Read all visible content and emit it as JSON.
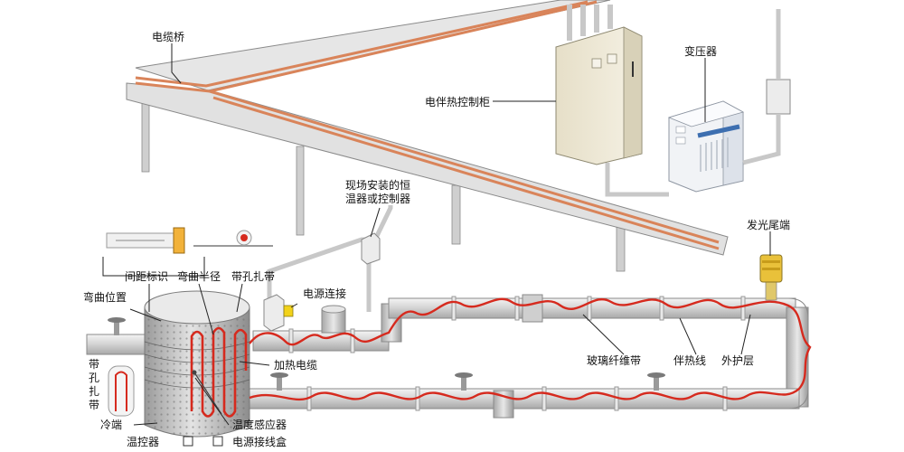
{
  "labels": {
    "cable_tray": "电缆桥",
    "control_cabinet": "电伴热控制柜",
    "transformer": "变压器",
    "field_thermostat": "现场安装的恒\n温器或控制器",
    "glow_end": "发光尾端",
    "spacing_mark": "间距标识",
    "bend_radius": "弯曲半径",
    "perforated_strap": "带孔扎带",
    "bend_position": "弯曲位置",
    "power_connection": "电源连接",
    "perforated_strap_vertical": "带孔扎带",
    "heating_cable": "加热电缆",
    "fiberglass_tape": "玻璃纤维带",
    "tracing_line": "伴热线",
    "outer_jacket": "外护层",
    "cold_end": "冷端",
    "thermostat": "温控器",
    "temp_sensor": "温度感应器",
    "power_junction_box": "电源接线盒"
  },
  "colors": {
    "heating_cable": "#d62a1e",
    "pipe": "#dcdcdc",
    "pipe_edge": "#8a8a8a",
    "tray": "#e3e3e3",
    "tray_cable": "#d9845a",
    "cabinet": "#efe9d8",
    "transformer": "#f1f3f6",
    "transformer_accent": "#3d6fb0",
    "glow_end": "#e9c13a",
    "junction_yellow": "#f2d21a",
    "leader": "#222222"
  }
}
